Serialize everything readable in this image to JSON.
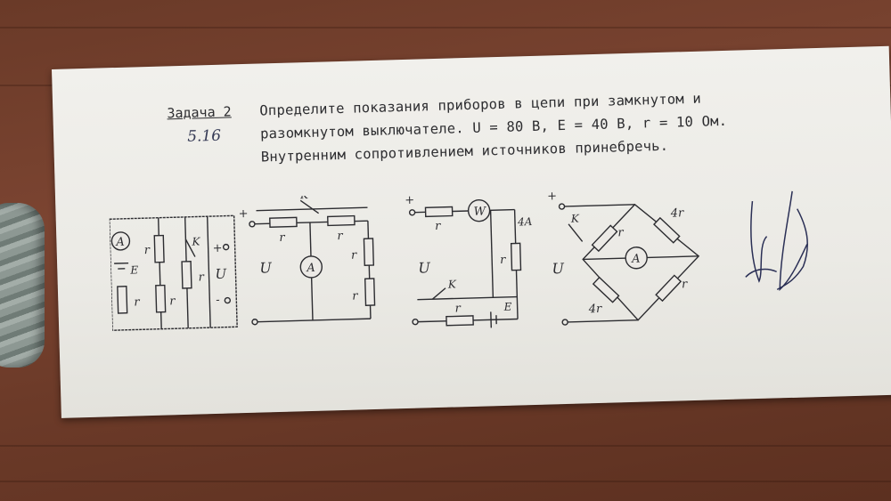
{
  "task": {
    "label": "Задача 2",
    "number": "5.16",
    "line1": "Определите показания приборов в цепи при замкнутом и",
    "line2": "разомкнутом выключателе. U = 80 В,  Е = 40 В, r = 10 Ом.",
    "line3": "Внутренним сопротивлением источников принебречь."
  },
  "circuit1": {
    "ammeter": "A",
    "r_labels": [
      "r",
      "r",
      "r",
      "r"
    ],
    "source": "E",
    "switch": "K",
    "voltage": "U",
    "plus": "+",
    "minus": "-"
  },
  "circuit2": {
    "switch": "K",
    "plus": "+",
    "minus": "-",
    "voltage": "U",
    "ammeter": "A",
    "r_labels": [
      "r",
      "r",
      "r",
      "r"
    ]
  },
  "circuit3": {
    "plus": "+",
    "minus": "-",
    "voltage": "U",
    "wattmeter": "W",
    "current": "4A",
    "switch": "K",
    "source": "E",
    "r_labels": [
      "r",
      "r",
      "r"
    ]
  },
  "circuit4": {
    "plus": "+",
    "minus": "-",
    "voltage": "U",
    "switch": "K",
    "ammeter": "A",
    "r_labels": [
      "r",
      "4r",
      "4r",
      "r"
    ]
  }
}
